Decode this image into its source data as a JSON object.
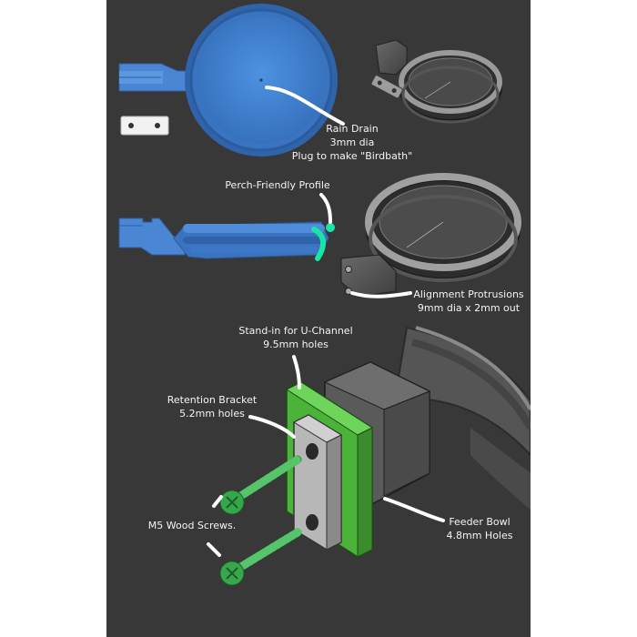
{
  "annotations": {
    "rain_drain": {
      "line1": "Rain Drain",
      "line2": "3mm dia",
      "line3": "Plug to make \"Birdbath\""
    },
    "perch_profile": {
      "line1": "Perch-Friendly Profile"
    },
    "alignment": {
      "line1": "Alignment Protrusions",
      "line2": "9mm dia x 2mm out"
    },
    "u_channel": {
      "line1": "Stand-in for U-Channel",
      "line2": "9.5mm holes"
    },
    "retention_bracket": {
      "line1": "Retention Bracket",
      "line2": "5.2mm holes"
    },
    "wood_screws": {
      "line1": "M5  Wood Screws."
    },
    "feeder_bowl": {
      "line1": "Feeder Bowl",
      "line2": "4.8mm Holes"
    }
  },
  "colors": {
    "background": "#383838",
    "page": "#ffffff",
    "highlight_blue": "#3f7fd0",
    "highlight_teal": "#19e6a6",
    "u_channel_green": "#4cb33a",
    "screw_green": "#36a84b",
    "annotation_text": "#f4f4f4"
  }
}
